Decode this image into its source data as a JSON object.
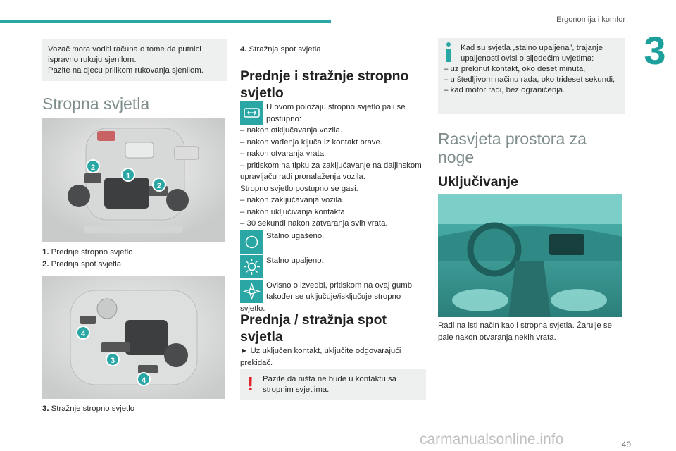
{
  "header": {
    "section": "Ergonomija i komfor",
    "chapter": "3"
  },
  "col1": {
    "warning_lines": [
      "Vozač mora voditi računa o tome da putnici",
      "ispravno rukuju sjenilom.",
      "Pazite na djecu prilikom rukovanja sjenilom."
    ],
    "heading": "Stropna svjetla",
    "photo1_badges": [
      "2",
      "1",
      "2"
    ],
    "legend1": [
      {
        "num": "1.",
        "text": "Prednje stropno svjetlo"
      },
      {
        "num": "2.",
        "text": "Prednja spot svjetla"
      }
    ],
    "photo2_badges": [
      "4",
      "3",
      "4"
    ],
    "legend2": [
      {
        "num": "3.",
        "text": "Stražnje stropno svjetlo"
      }
    ]
  },
  "col2": {
    "legend_top": {
      "num": "4.",
      "text": "Stražnja spot svjetla"
    },
    "heading1": "Prednje i stražnje stropno svjetlo",
    "intro_lines": [
      "U ovom položaju stropno svjetlo pali se",
      "postupno:"
    ],
    "on_list": [
      "– nakon otključavanja vozila.",
      "– nakon vađenja ključa iz kontakt brave.",
      "– nakon otvaranja vrata.",
      "– pritiskom na tipku za zaključavanje na daljinskom upravljaču radi pronalaženja vozila."
    ],
    "off_intro": "Stropno svjetlo postupno se gasi:",
    "off_list": [
      "– nakon zaključavanja vozila.",
      "– nakon uključivanja kontakta.",
      "– 30 sekundi nakon zatvaranja svih vrata."
    ],
    "mode_off": "Stalno ugašeno.",
    "mode_on": "Stalno upaljeno.",
    "mode_door_lines": [
      "Ovisno o izvedbi, pritiskom na ovaj gumb",
      "također se uključuje/isključuje stropno",
      "svjetlo."
    ],
    "heading2": "Prednja / stražnja spot svjetla",
    "step": "► Uz uključen kontakt, uključite odgovarajući prekidač.",
    "note_lines": [
      "Pazite da ništa ne bude u kontaktu sa",
      "stropnim svjetlima."
    ]
  },
  "col3": {
    "info_lines": [
      "Kad su svjetla „stalno upaljena”, trajanje",
      "upaljenosti ovisi o sljedećim uvjetima:",
      "– uz prekinut kontakt, oko deset minuta,",
      "– u štedljivom načinu rada, oko trideset sekundi,",
      "– kad motor radi, bez ograničenja."
    ],
    "heading1": "Rasvjeta prostora za noge",
    "heading2": "Uključivanje",
    "body_lines": [
      "Radi na isti način kao i stropna svjetla. Žarulje se",
      "pale nakon otvaranja nekih vrata."
    ]
  },
  "footer": {
    "page": "49",
    "watermark": "carmanualsonline.info"
  },
  "colors": {
    "accent": "#2aa7a5",
    "heading_gray": "#7f8c8c",
    "box_gray": "#eeefef",
    "warning_red": "#e0252f"
  },
  "icons": [
    "light-progressive-icon",
    "light-off-icon",
    "light-on-icon",
    "light-door-icon",
    "info-icon",
    "warning-exclamation-icon"
  ]
}
